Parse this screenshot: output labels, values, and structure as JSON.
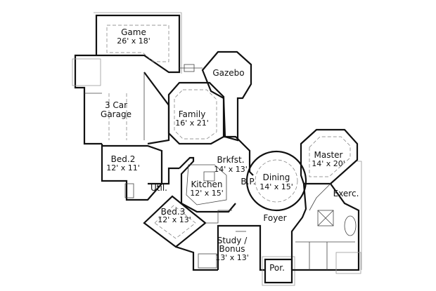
{
  "plan": {
    "rooms": [
      {
        "id": "game",
        "name": "Game",
        "size": "26' x 18'"
      },
      {
        "id": "gazebo",
        "name": "Gazebo",
        "size": ""
      },
      {
        "id": "garage",
        "name": "3 Car",
        "name2": "Garage",
        "size": ""
      },
      {
        "id": "family",
        "name": "Family",
        "size": "16' x 21'"
      },
      {
        "id": "bed2",
        "name": "Bed.2",
        "size": "12' x 11'"
      },
      {
        "id": "brkfst",
        "name": "Brkfst.",
        "size": "14' x 13'"
      },
      {
        "id": "dining",
        "name": "Dining",
        "size": "14' x 15'"
      },
      {
        "id": "bp",
        "name": "B.P.",
        "size": ""
      },
      {
        "id": "master",
        "name": "Master",
        "size": "14' x 20'"
      },
      {
        "id": "kitchen",
        "name": "Kitchen",
        "size": "12' x 15'"
      },
      {
        "id": "util",
        "name": "Util.",
        "size": ""
      },
      {
        "id": "exerc",
        "name": "Exerc.",
        "size": ""
      },
      {
        "id": "bed3",
        "name": "Bed.3",
        "size": "12' x 13'"
      },
      {
        "id": "foyer",
        "name": "Foyer",
        "size": ""
      },
      {
        "id": "study",
        "name": "Study /",
        "name2": "Bonus",
        "size": "13' x 13'"
      },
      {
        "id": "porch",
        "name": "Por.",
        "size": ""
      }
    ],
    "colors": {
      "wall": "#111111",
      "background": "#ffffff"
    }
  }
}
